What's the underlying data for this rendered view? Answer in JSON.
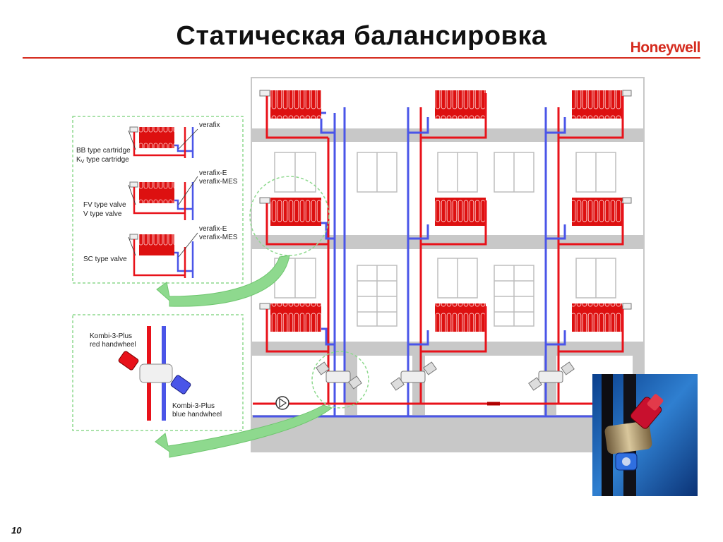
{
  "header": {
    "title": "Статическая балансировка",
    "brand": "Honeywell"
  },
  "footer": {
    "page_number": "10"
  },
  "inset_valves": {
    "verafix": "verafix",
    "bb_cartridge": "BB type cartridge",
    "kv_cartridge_prefix": "K",
    "kv_cartridge_sub": "V",
    "kv_cartridge_suffix": " type cartridge",
    "verafix_e_1": "verafix-E",
    "verafix_mes_1": "verafix-MES",
    "fv_valve": "FV type valve",
    "v_valve": "V type valve",
    "verafix_e_2": "verafix-E",
    "verafix_mes_2": "verafix-MES",
    "sc_valve": "SC type valve"
  },
  "inset_kombi": {
    "red_line1": "Kombi-3-Plus",
    "red_line2": "red handwheel",
    "blue_line1": "Kombi-3-Plus",
    "blue_line2": "blue handwheel"
  },
  "colors": {
    "supply": "#e8121a",
    "return": "#4a55e8",
    "wall": "#c8c8c8",
    "radiator": "#dd1010",
    "arrow": "#8ed98e",
    "brand": "#d52b1e"
  }
}
